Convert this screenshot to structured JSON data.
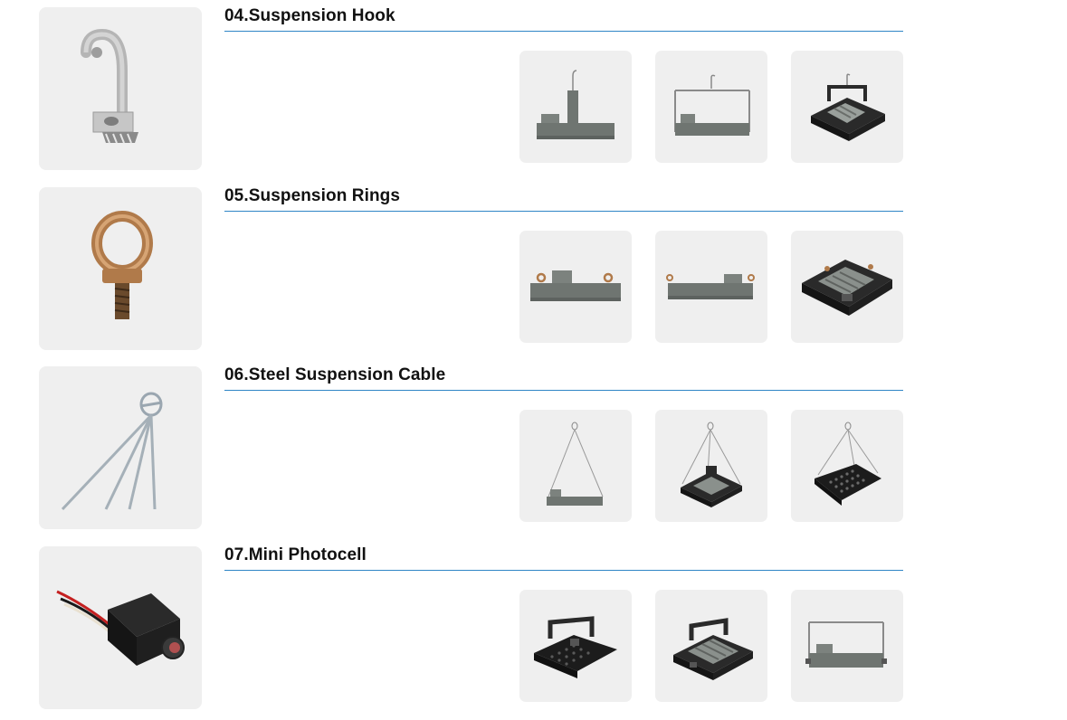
{
  "sections": [
    {
      "title": "04.Suspension Hook",
      "main_image": "suspension-hook-image",
      "variants": [
        "hook-mounted-side-view",
        "hook-bracket-front-view",
        "hook-bracket-isometric-view"
      ]
    },
    {
      "title": "05.Suspension Rings",
      "main_image": "eye-bolt-ring-image",
      "variants": [
        "rings-mounted-side-view",
        "rings-mounted-front-view",
        "rings-mounted-isometric-view"
      ]
    },
    {
      "title": "06.Steel Suspension Cable",
      "main_image": "steel-cable-image",
      "variants": [
        "cable-hanging-side-view",
        "cable-hanging-isometric-view",
        "cable-hanging-bottom-view"
      ]
    },
    {
      "title": "07.Mini Photocell",
      "main_image": "photocell-image",
      "variants": [
        "photocell-bracket-isometric-view",
        "photocell-top-isometric-view",
        "photocell-bracket-front-view"
      ]
    }
  ],
  "colors": {
    "rule": "#2f86c6",
    "card": "#efefef",
    "fixture_gray": "#6f7571",
    "fixture_black": "#1c1c1c",
    "bronze": "#b07a4a"
  }
}
